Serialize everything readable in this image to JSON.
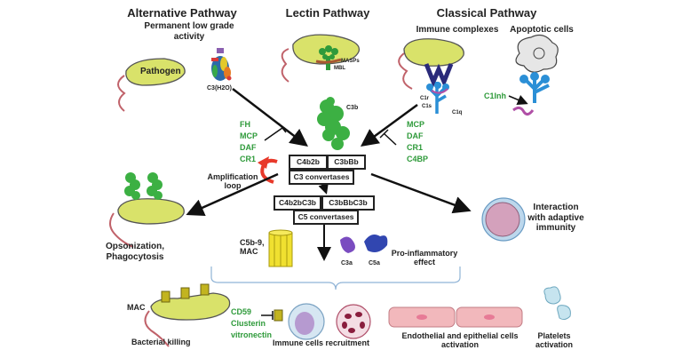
{
  "titles": {
    "alternative": "Alternative Pathway",
    "alternative_sub": [
      "Permanent low grade",
      "activity"
    ],
    "lectin": "Lectin Pathway",
    "classical": "Classical Pathway",
    "immune_complexes": "Immune complexes",
    "apoptotic_cells": "Apoptotic cells"
  },
  "labels": {
    "pathogen": "Pathogen",
    "c3h2o": "C3(H2O)",
    "masps": "MASPs",
    "mbl": "MBL",
    "c1r": "C1r",
    "c1s": "C1s",
    "c1q": "C1q",
    "c1inh": "C1Inh",
    "c3b": "C3b",
    "amplification": [
      "Amplification",
      "loop"
    ],
    "opsonization": [
      "Opsonization,",
      "Phagocytosis"
    ],
    "adaptive": [
      "Interaction",
      "with adaptive",
      "immunity"
    ],
    "c5b9": [
      "C5b-9,",
      "MAC"
    ],
    "c3a": "C3a",
    "c5a": "C5a",
    "proinflammatory": [
      "Pro-inflammatory",
      "effect"
    ],
    "mac": "MAC",
    "bacterial_killing": "Bacterial killing",
    "immune_recruitment": "Immune cells recruitment",
    "endothelial": [
      "Endothelial and epithelial cells",
      "activation"
    ],
    "platelets": [
      "Platelets",
      "activation"
    ]
  },
  "regulators": {
    "alternative": [
      "FH",
      "MCP",
      "DAF",
      "CR1"
    ],
    "classical": [
      "MCP",
      "DAF",
      "CR1",
      "C4BP"
    ],
    "mac": [
      "CD59",
      "Clusterin",
      "vitronectin"
    ]
  },
  "boxes": {
    "c4b2b": "C4b2b",
    "c3bbb": "C3bBb",
    "c3_convertases": "C3 convertases",
    "c4b2bc3b": "C4b2bC3b",
    "c3bbbc3b": "C3bBbC3b",
    "c5_convertases": "C5 convertases"
  },
  "colors": {
    "regulator_green": "#2e9a3a",
    "pathogen_fill": "#d9e26a",
    "c3b_green": "#3cb043",
    "amplification_red": "#e8392a",
    "c1q_blue": "#2b8fd6",
    "ig_navy": "#2a2a7a"
  }
}
